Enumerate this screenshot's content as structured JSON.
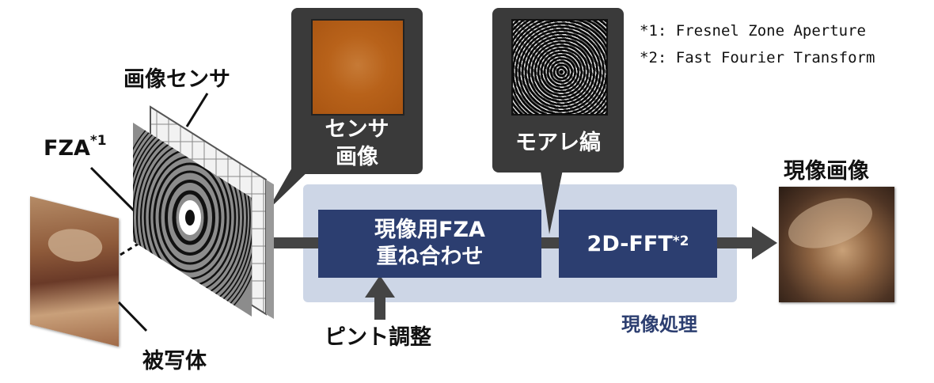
{
  "notes": [
    "*1: Fresnel Zone Aperture",
    "*2: Fast Fourier Transform"
  ],
  "labels": {
    "image_sensor": "画像センサ",
    "fza": "FZA",
    "fza_note": "*1",
    "subject": "被写体",
    "focus_adjust": "ピント調整",
    "developed_image": "現像画像",
    "development_processing": "現像処理"
  },
  "callouts": {
    "sensor_image_line1": "センサ",
    "sensor_image_line2": "画像",
    "moire_fringe": "モアレ縞"
  },
  "boxes": {
    "fza_overlay_line1": "現像用FZA",
    "fza_overlay_line2": "重ね合わせ",
    "fft": "2D-FFT",
    "fft_note": "*2"
  },
  "colors": {
    "process_box": "#2c3e70",
    "process_panel": "#cdd6e6",
    "callout": "#3a3a3a",
    "processing_label": "#2c3e70",
    "sensor_thumb": "#b8621a"
  }
}
